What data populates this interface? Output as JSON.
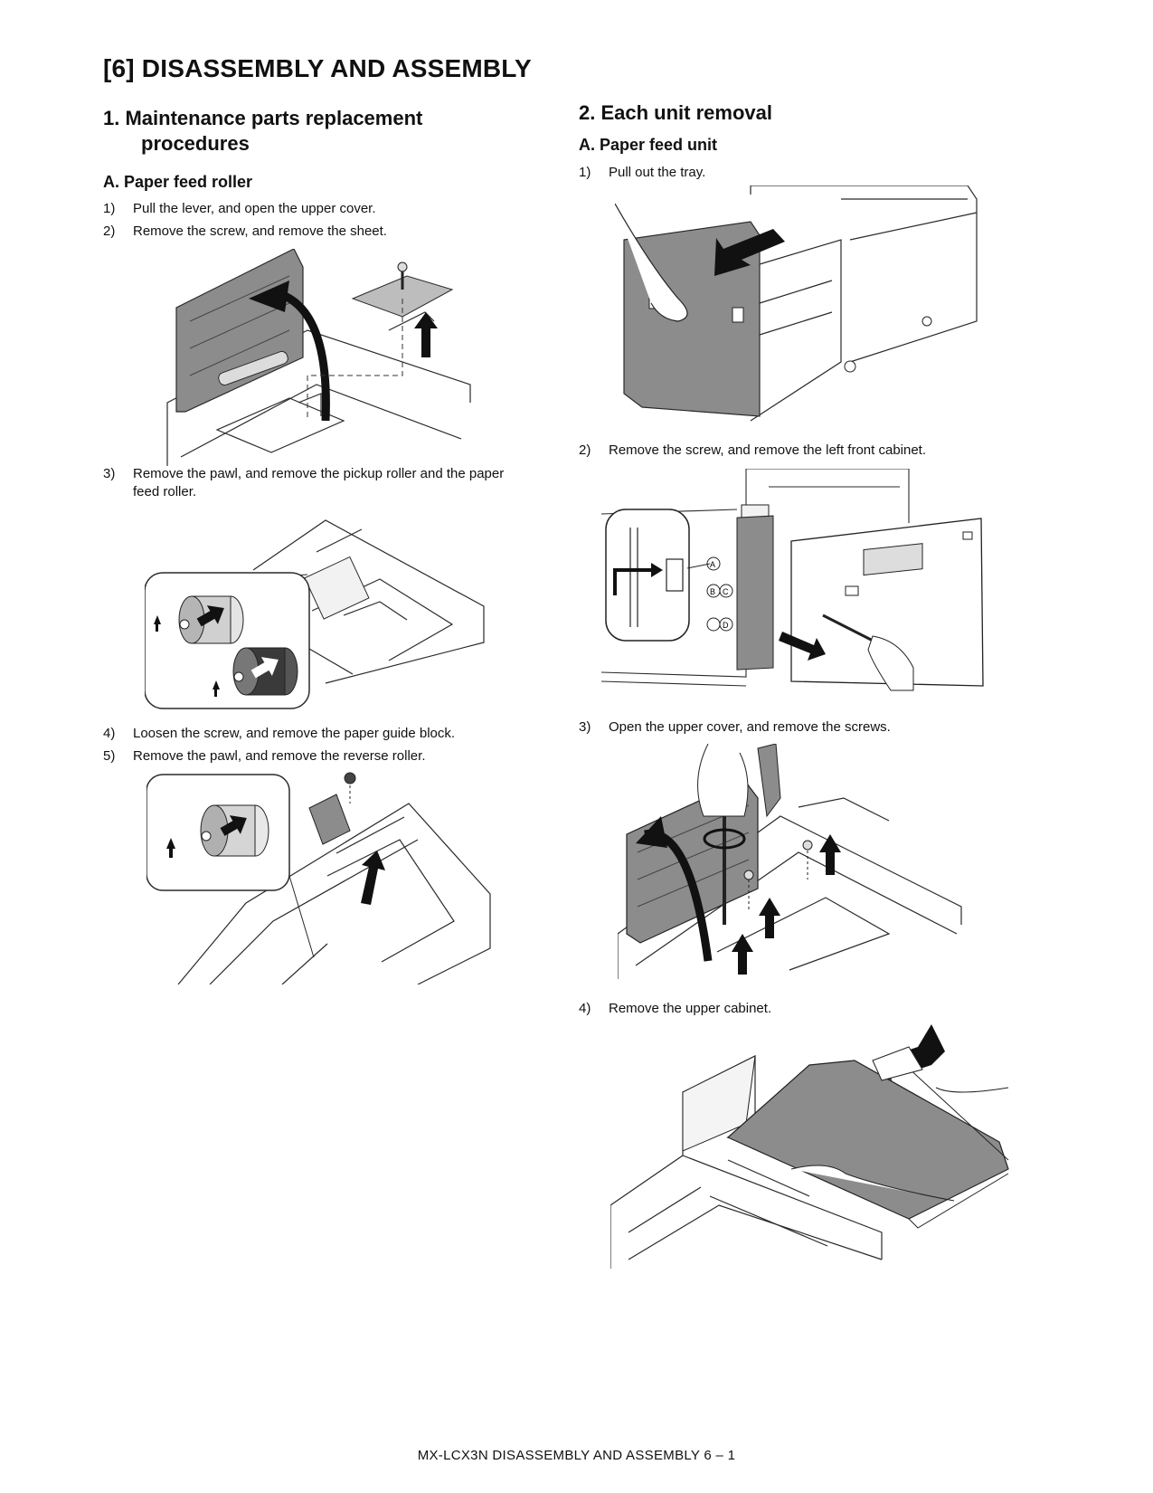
{
  "page": {
    "chapter_title": "[6]   DISASSEMBLY AND ASSEMBLY",
    "footer": "MX-LCX3N  DISASSEMBLY AND ASSEMBLY  6 – 1"
  },
  "left_column": {
    "section_title_line1": "1.   Maintenance parts replacement",
    "section_title_line2": "procedures",
    "subsection_title": "A.  Paper feed roller",
    "steps": [
      {
        "num": "1)",
        "text": "Pull the lever, and open the upper cover."
      },
      {
        "num": "2)",
        "text": "Remove the screw, and remove the sheet."
      },
      {
        "num": "3)",
        "text": "Remove the pawl, and remove the pickup roller and the paper",
        "text2": "feed roller."
      },
      {
        "num": "4)",
        "text": "Loosen the screw, and remove the paper guide block."
      },
      {
        "num": "5)",
        "text": "Remove the pawl, and remove the reverse roller."
      }
    ]
  },
  "right_column": {
    "section_title": "2.   Each unit removal",
    "subsection_title": "A.  Paper feed unit",
    "steps": [
      {
        "num": "1)",
        "text": "Pull out the tray."
      },
      {
        "num": "2)",
        "text": "Remove the screw, and remove the left front cabinet."
      },
      {
        "num": "3)",
        "text": "Open the upper cover, and remove the screws."
      },
      {
        "num": "4)",
        "text": "Remove the upper cabinet."
      }
    ]
  },
  "figure_callouts": {
    "cabinet_labels": [
      "A",
      "B",
      "C",
      "D"
    ]
  },
  "colors": {
    "panel_gray": "#8c8c8c",
    "line": "#2a2a2a",
    "arrow": "#111111"
  }
}
